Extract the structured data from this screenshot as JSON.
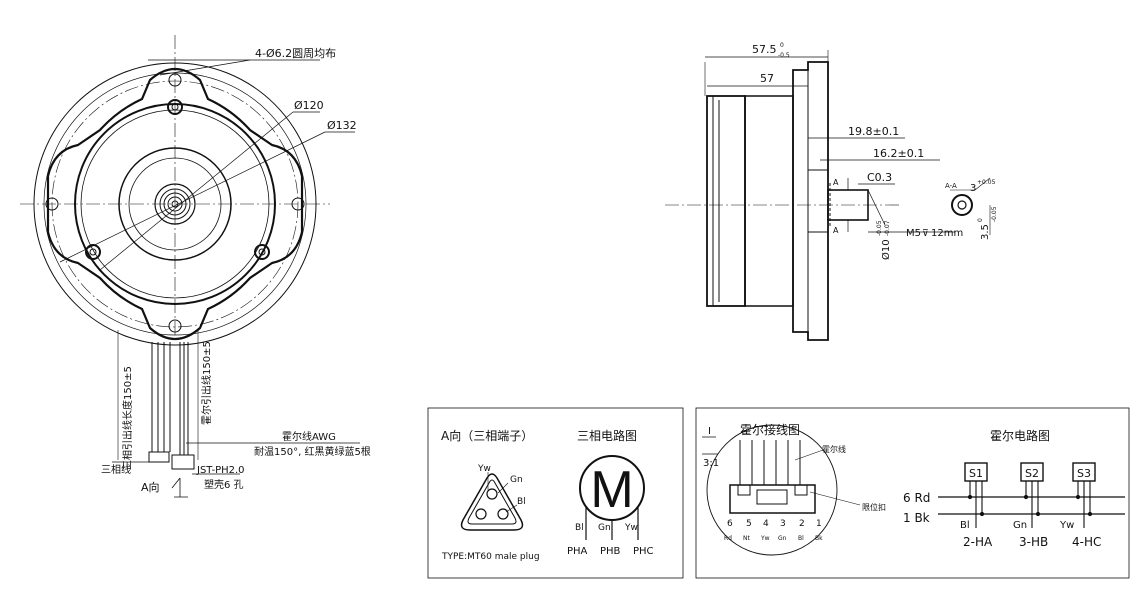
{
  "front_view": {
    "holes_note": "4-Ø6.2圆周均布",
    "dia_inner": "Ø120",
    "dia_outer": "Ø132",
    "lead_len_phase": "三相引出线长度150±5",
    "lead_len_hall": "霍尔引出线150±5",
    "hall_awg": "霍尔线AWG",
    "hall_spec": "耐温150°, 红黑黄绿蓝5根",
    "phase_wire": "三相线",
    "jst": "JST-PH2.0",
    "shell": "塑壳6 孔",
    "view_a": "A向"
  },
  "side_view": {
    "dim_575": "57.5",
    "dim_575_tol_up": "0",
    "dim_575_tol_dn": "-0.5",
    "dim_57": "57",
    "dim_198": "19.8±0.1",
    "dim_162": "16.2±0.1",
    "chamfer": "C0.3",
    "shaft_dia": "Ø10",
    "shaft_tol_up": "-0.05",
    "shaft_tol_dn": "-0.07",
    "thread": "M5",
    "thread_depth": "12mm",
    "section": "A-A",
    "key_w": "3",
    "key_w_tol": "+0.05",
    "key_h": "3.5",
    "key_h_tol_up": "0",
    "key_h_tol_dn": "-0.05",
    "a_mark_top": "A",
    "a_mark_bot": "A"
  },
  "box_plug": {
    "title": "A向（三相端子）",
    "circuit_title": "三相电路图",
    "yw": "Yw",
    "gn": "Gn",
    "bl": "Bl",
    "type": "TYPE:MT60 male plug",
    "m": "M",
    "c_bl": "Bl",
    "c_gn": "Gn",
    "c_yw": "Yw",
    "pha": "PHA",
    "phb": "PHB",
    "phc": "PHC"
  },
  "box_hall": {
    "scale_num": "I",
    "scale": "3:1",
    "wiring_title": "霍尔接线图",
    "hall_wire": "霍尔线",
    "lock": "限位扣",
    "pins": [
      "6",
      "5",
      "4",
      "3",
      "2",
      "1"
    ],
    "pin_colors": [
      "Rd",
      "Nt",
      "Yw",
      "Gn",
      "Bl",
      "Bk"
    ],
    "circuit_title": "霍尔电路图",
    "rd": "6 Rd",
    "bk": "1 Bk",
    "s1": "S1",
    "s2": "S2",
    "s3": "S3",
    "bl": "Bl",
    "gn": "Gn",
    "yw": "Yw",
    "ha": "2-HA",
    "hb": "3-HB",
    "hc": "4-HC"
  }
}
